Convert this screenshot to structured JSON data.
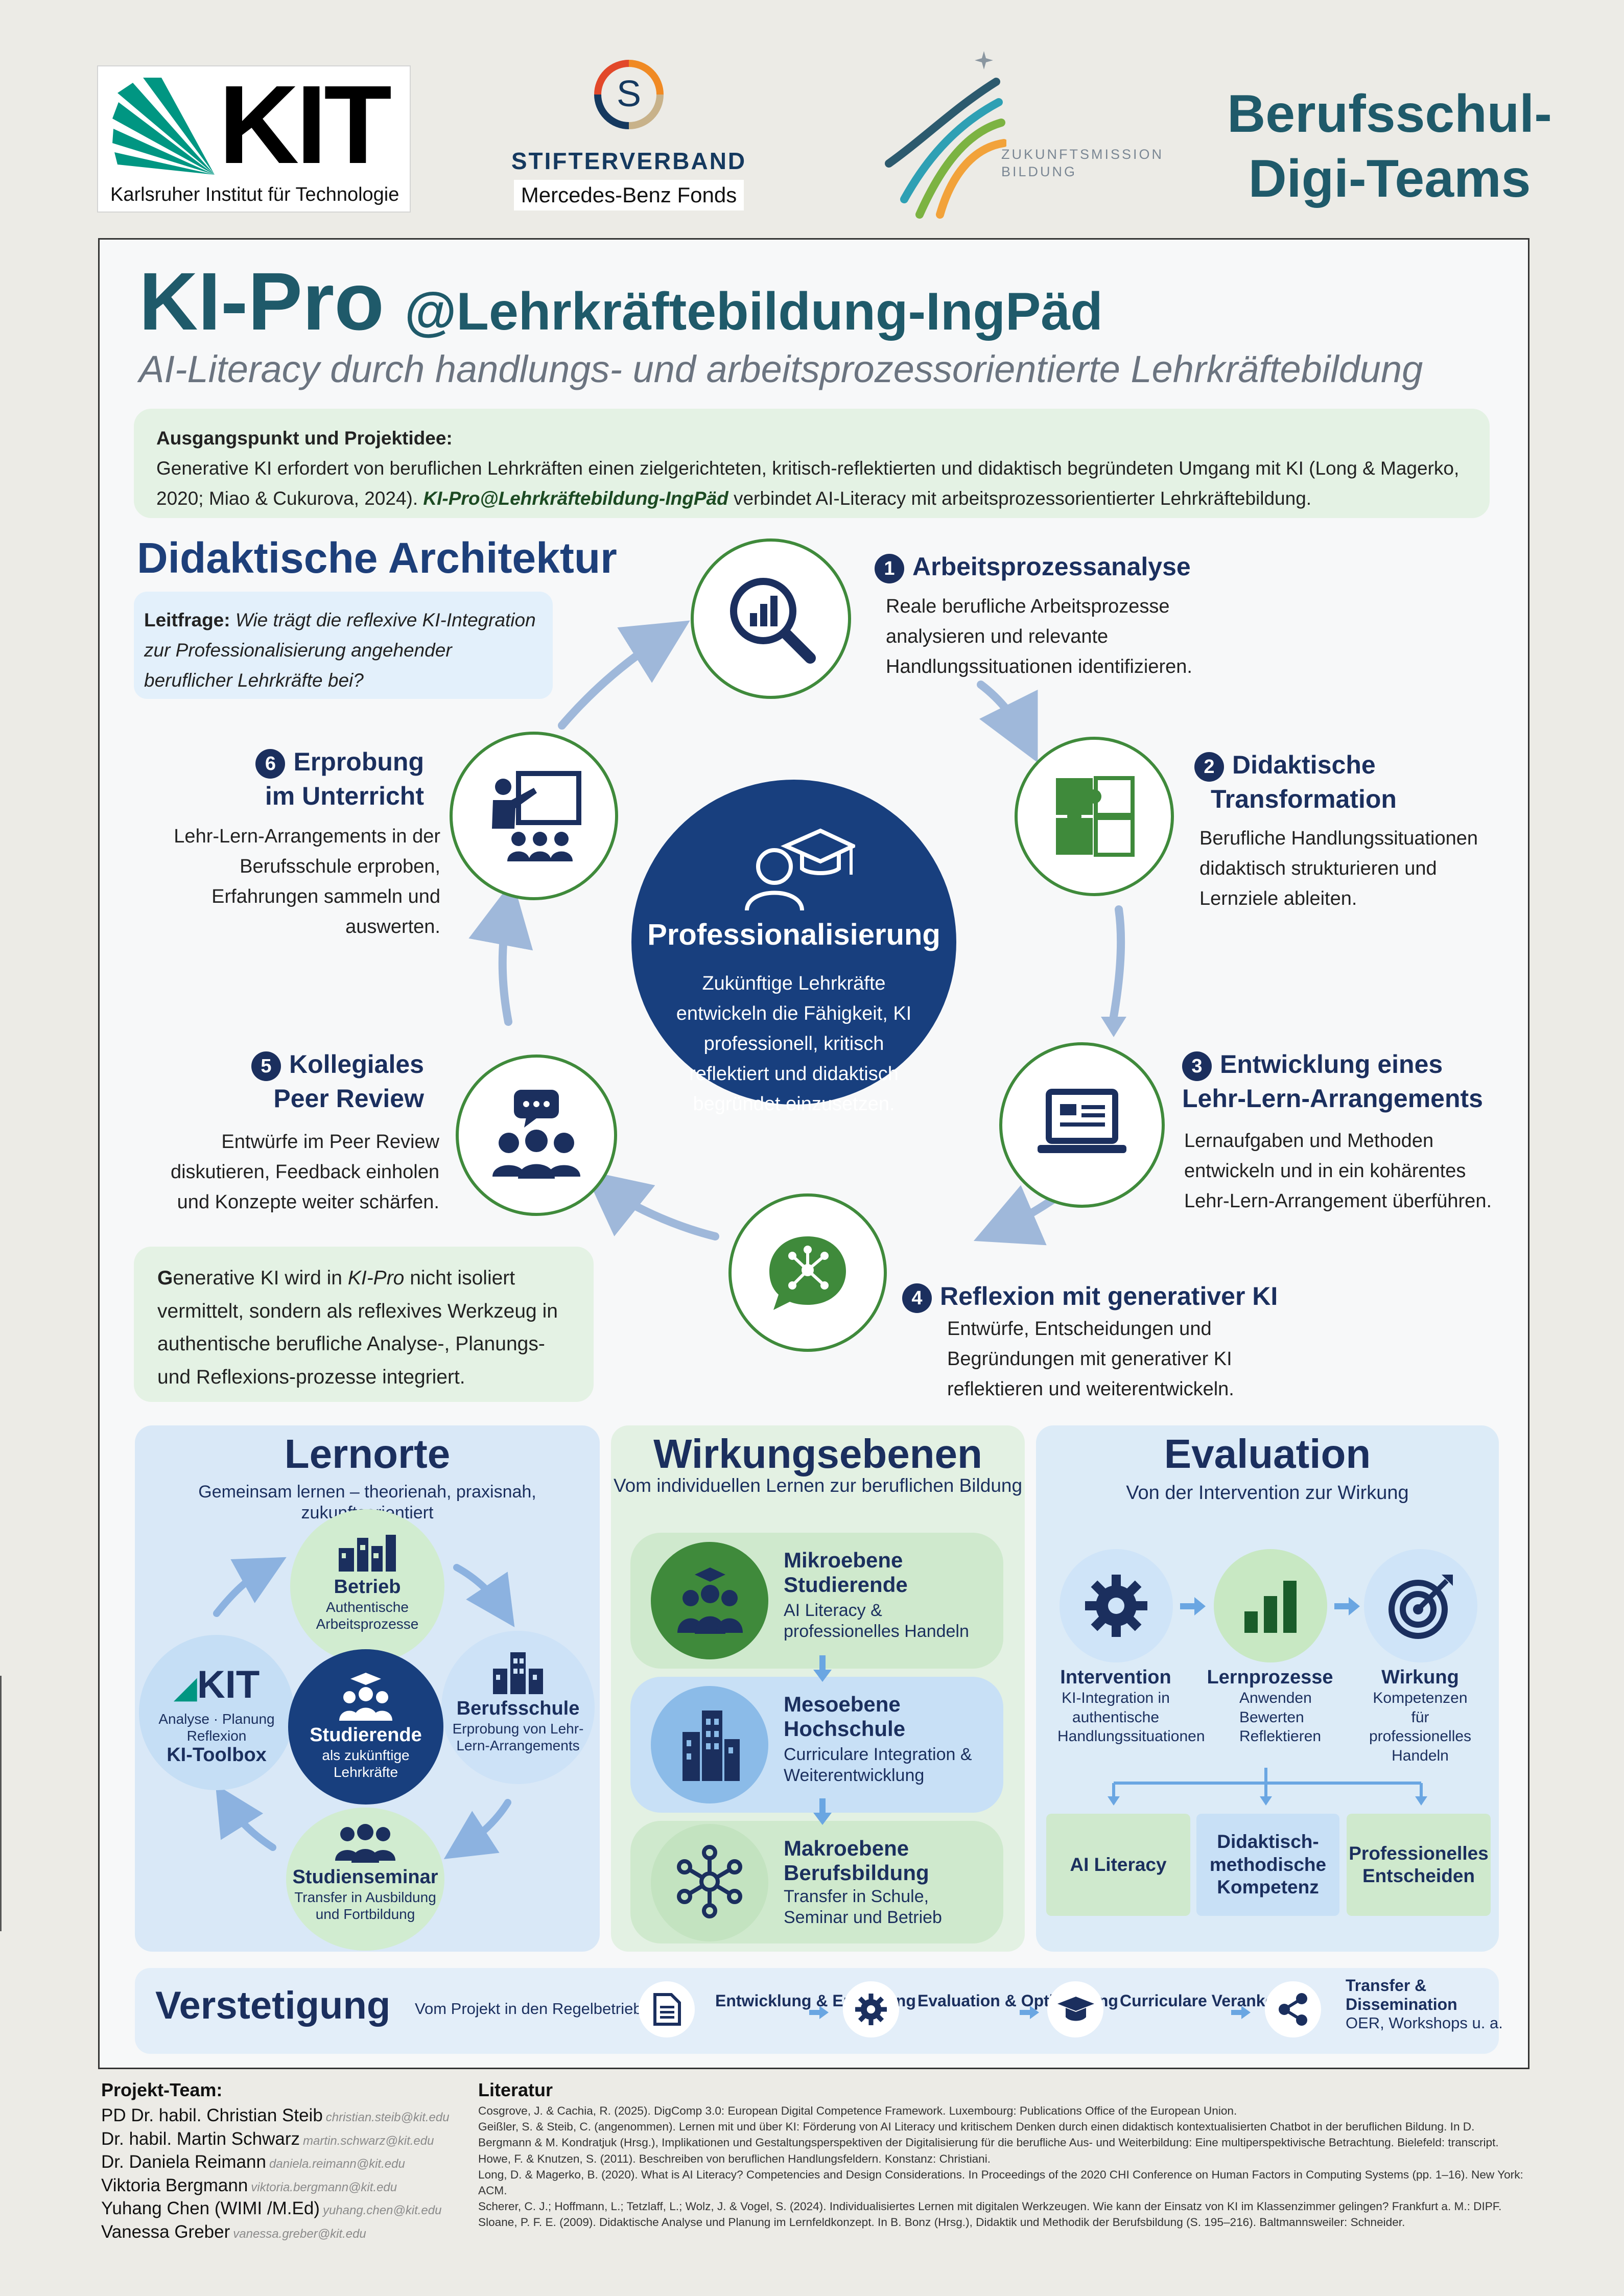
{
  "header": {
    "kit_logo_word": "KIT",
    "kit_logo_sub": "Karlsruher Institut für Technologie",
    "stifterverband_name": "STIFTERVERBAND",
    "stifterverband_fonds": "Mercedes-Benz Fonds",
    "zukunftsmission_line1": "ZUKUNFTSMISSION",
    "zukunftsmission_line2": "BILDUNG",
    "program_line1": "Berufsschul-",
    "program_line2": "Digi-Teams"
  },
  "poster": {
    "title": "KI-Pro",
    "title_handle": "@Lehrkräftebildung-IngPäd",
    "subtitle": "AI-Literacy durch handlungs- und arbeitsprozessorientierte Lehrkräftebildung"
  },
  "ausgangspunkt": {
    "label": "Ausgangspunkt und Projektidee:",
    "text_before": "Generative KI erfordert von beruflichen Lehrkräften einen zielgerichteten, kritisch-reflektierten und didaktisch begründeten Umgang mit KI (Long & Magerko, 2020; Miao & Cukurova, 2024). ",
    "text_emph": "KI-Pro@Lehrkräftebildung-IngPäd",
    "text_after": " verbindet AI-Literacy mit arbeitsprozessorientierter Lehrkräftebildung."
  },
  "architektur": {
    "title": "Didaktische Architektur",
    "leitfrage_label": "Leitfrage:",
    "leitfrage_text": "Wie trägt die reflexive KI-Integration zur Professionalisierung angehender beruflicher Lehrkräfte bei?",
    "center_title": "Professionalisierung",
    "center_text": "Zukünftige Lehrkräfte entwickeln die Fähigkeit, KI professionell, kritisch reflektiert und didaktisch begründet einzusetzen.",
    "steps": [
      {
        "num": "1",
        "title": "Arbeitsprozessanalyse",
        "title2": "",
        "desc": "Reale berufliche Arbeitsprozesse analysieren und relevante Handlungssituationen identifizieren.",
        "icon": "analysis-magnifier-icon"
      },
      {
        "num": "2",
        "title": "Didaktische",
        "title2": "Transformation",
        "desc": "Berufliche Handlungssituationen didaktisch strukturieren und Lernziele ableiten.",
        "icon": "puzzle-icon"
      },
      {
        "num": "3",
        "title": "Entwicklung eines",
        "title2": "Lehr-Lern-Arrangements",
        "desc": "Lernaufgaben und Methoden entwickeln und in ein kohärentes Lehr-Lern-Arrangement überführen.",
        "icon": "laptop-icon"
      },
      {
        "num": "4",
        "title": "Reflexion mit  generativer KI",
        "title2": "",
        "desc": "Entwürfe, Entscheidungen und Begründungen mit generativer KI reflektieren und weiterentwickeln.",
        "icon": "ai-chat-icon"
      },
      {
        "num": "5",
        "title": "Kollegiales",
        "title2": "Peer Review",
        "desc": "Entwürfe im Peer Review diskutieren, Feedback einholen und Konzepte weiter schärfen.",
        "icon": "peer-group-icon"
      },
      {
        "num": "6",
        "title": "Erprobung",
        "title2": "im Unterricht",
        "desc": "Lehr-Lern-Arrangements in der Berufsschule erproben, Erfahrungen sammeln und auswerten.",
        "icon": "teacher-board-icon"
      }
    ],
    "note_lead": "G",
    "note_rest": "enerative KI wird in ",
    "note_emph": "KI-Pro",
    "note_tail": " nicht isoliert vermittelt, sondern als reflexives Werkzeug in authentische berufliche Analyse-, Planungs- und Reflexions-prozesse integriert."
  },
  "lernorte": {
    "title": "Lernorte",
    "subtitle": "Gemeinsam lernen – theorienah, praxisnah, zukunftsorientiert",
    "center_title": "Studierende",
    "center_desc": "als zukünftige Lehrkräfte",
    "betrieb_title": "Betrieb",
    "betrieb_desc": "Authentische Arbeitsprozesse",
    "berufsschule_title": "Berufsschule",
    "berufsschule_desc": "Erprobung von Lehr-Lern-Arrangements",
    "seminar_title": "Studienseminar",
    "seminar_desc": "Transfer in Ausbildung und Fortbildung",
    "kit_word": "KIT",
    "kit_desc": "Analyse · Planung Reflexion",
    "kit_title": "KI-Toolbox"
  },
  "wirkungsebenen": {
    "title": "Wirkungsebenen",
    "subtitle": "Vom individuellen Lernen zur beruflichen Bildung",
    "levels": [
      {
        "title": "Mikroebene Studierende",
        "desc": "AI Literacy & professionelles Handeln",
        "icon": "student-group-icon"
      },
      {
        "title": "Mesoebene Hochschule",
        "desc": "Curriculare Integration & Weiterentwicklung",
        "icon": "building-icon"
      },
      {
        "title": "Makroebene Berufsbildung",
        "desc": "Transfer in Schule, Seminar und Betrieb",
        "icon": "network-icon"
      }
    ]
  },
  "evaluation": {
    "title": "Evaluation",
    "subtitle": "Von der Intervention zur Wirkung",
    "stages": [
      {
        "title": "Intervention",
        "desc": "KI-Integration in authentische Handlungssituationen",
        "icon": "gear-icon"
      },
      {
        "title": "Lernprozesse",
        "desc": "Anwenden Bewerten Reflektieren",
        "icon": "bar-chart-icon"
      },
      {
        "title": "Wirkung",
        "desc": "Kompetenzen für professionelles Handeln",
        "icon": "target-icon"
      }
    ],
    "outcomes": [
      "AI Literacy",
      "Didaktisch-methodische Kompetenz",
      "Professionelles Entscheiden"
    ]
  },
  "verstetigung": {
    "title": "Verstetigung",
    "subtitle": "Vom Projekt in den Regelbetrieb",
    "steps": [
      {
        "label": "Entwicklung & Erprobung",
        "icon": "document-icon"
      },
      {
        "label": "Evaluation & Optimierung",
        "icon": "gear-icon"
      },
      {
        "label": "Curriculare Verankerung",
        "icon": "graduation-cap-icon"
      },
      {
        "label": "Transfer & Dissemination",
        "sub": "OER, Workshops u. a.",
        "icon": "share-icon"
      }
    ]
  },
  "team": {
    "heading": "Projekt-Team:",
    "members": [
      {
        "name": "PD Dr. habil. Christian Steib",
        "email": "christian.steib@kit.edu"
      },
      {
        "name": "Dr. habil. Martin Schwarz",
        "email": "martin.schwarz@kit.edu"
      },
      {
        "name": "Dr. Daniela Reimann",
        "email": "daniela.reimann@kit.edu"
      },
      {
        "name": "Viktoria Bergmann",
        "email": "viktoria.bergmann@kit.edu"
      },
      {
        "name": "Yuhang Chen (WIMI /M.Ed)",
        "email": "yuhang.chen@kit.edu"
      },
      {
        "name": "Vanessa Greber",
        "email": "vanessa.greber@kit.edu"
      }
    ]
  },
  "literatur": {
    "heading": "Literatur",
    "items": [
      "Cosgrove, J. & Cachia, R. (2025). DigComp 3.0: European Digital Competence Framework. Luxembourg: Publications Office of the European Union.",
      "Geißler, S. & Steib, C. (angenommen). Lernen mit und über KI: Förderung von AI Literacy und kritischem Denken durch einen didaktisch kontextualisierten Chatbot in der beruflichen Bildung. In D. Bergmann & M. Kondratjuk (Hrsg.), Implikationen und Gestaltungsperspektiven der Digitalisierung für die berufliche Aus- und Weiterbildung: Eine multiperspektivische Betrachtung. Bielefeld: transcript.",
      "Howe, F. & Knutzen, S. (2011). Beschreiben von beruflichen Handlungsfeldern. Konstanz: Christiani.",
      "Long, D. & Magerko, B. (2020). What is AI Literacy? Competencies and Design Considerations. In Proceedings of the 2020 CHI Conference on Human Factors in Computing Systems (pp. 1–16). New York: ACM.",
      "Scherer, C. J.; Hoffmann, L.; Tetzlaff, L.; Wolz, J. & Vogel, S. (2024). Individualisiertes Lernen mit digitalen Werkzeugen. Wie kann der Einsatz von KI im Klassenzimmer gelingen? Frankfurt a. M.: DIPF.",
      "Sloane, P. F. E. (2009). Didaktische Analyse und Planung im Lernfeldkonzept. In B. Bonz (Hrsg.), Didaktik und Methodik der Berufsbildung (S. 195–216). Baltmannsweiler: Schneider."
    ]
  },
  "colors": {
    "navy": "#1b2f5e",
    "teal_title": "#1f5a6a",
    "green": "#3f8a3b",
    "light_green": "#e4f2e4",
    "light_blue": "#dcebf7",
    "arrow_blue": "#9fb8da"
  }
}
